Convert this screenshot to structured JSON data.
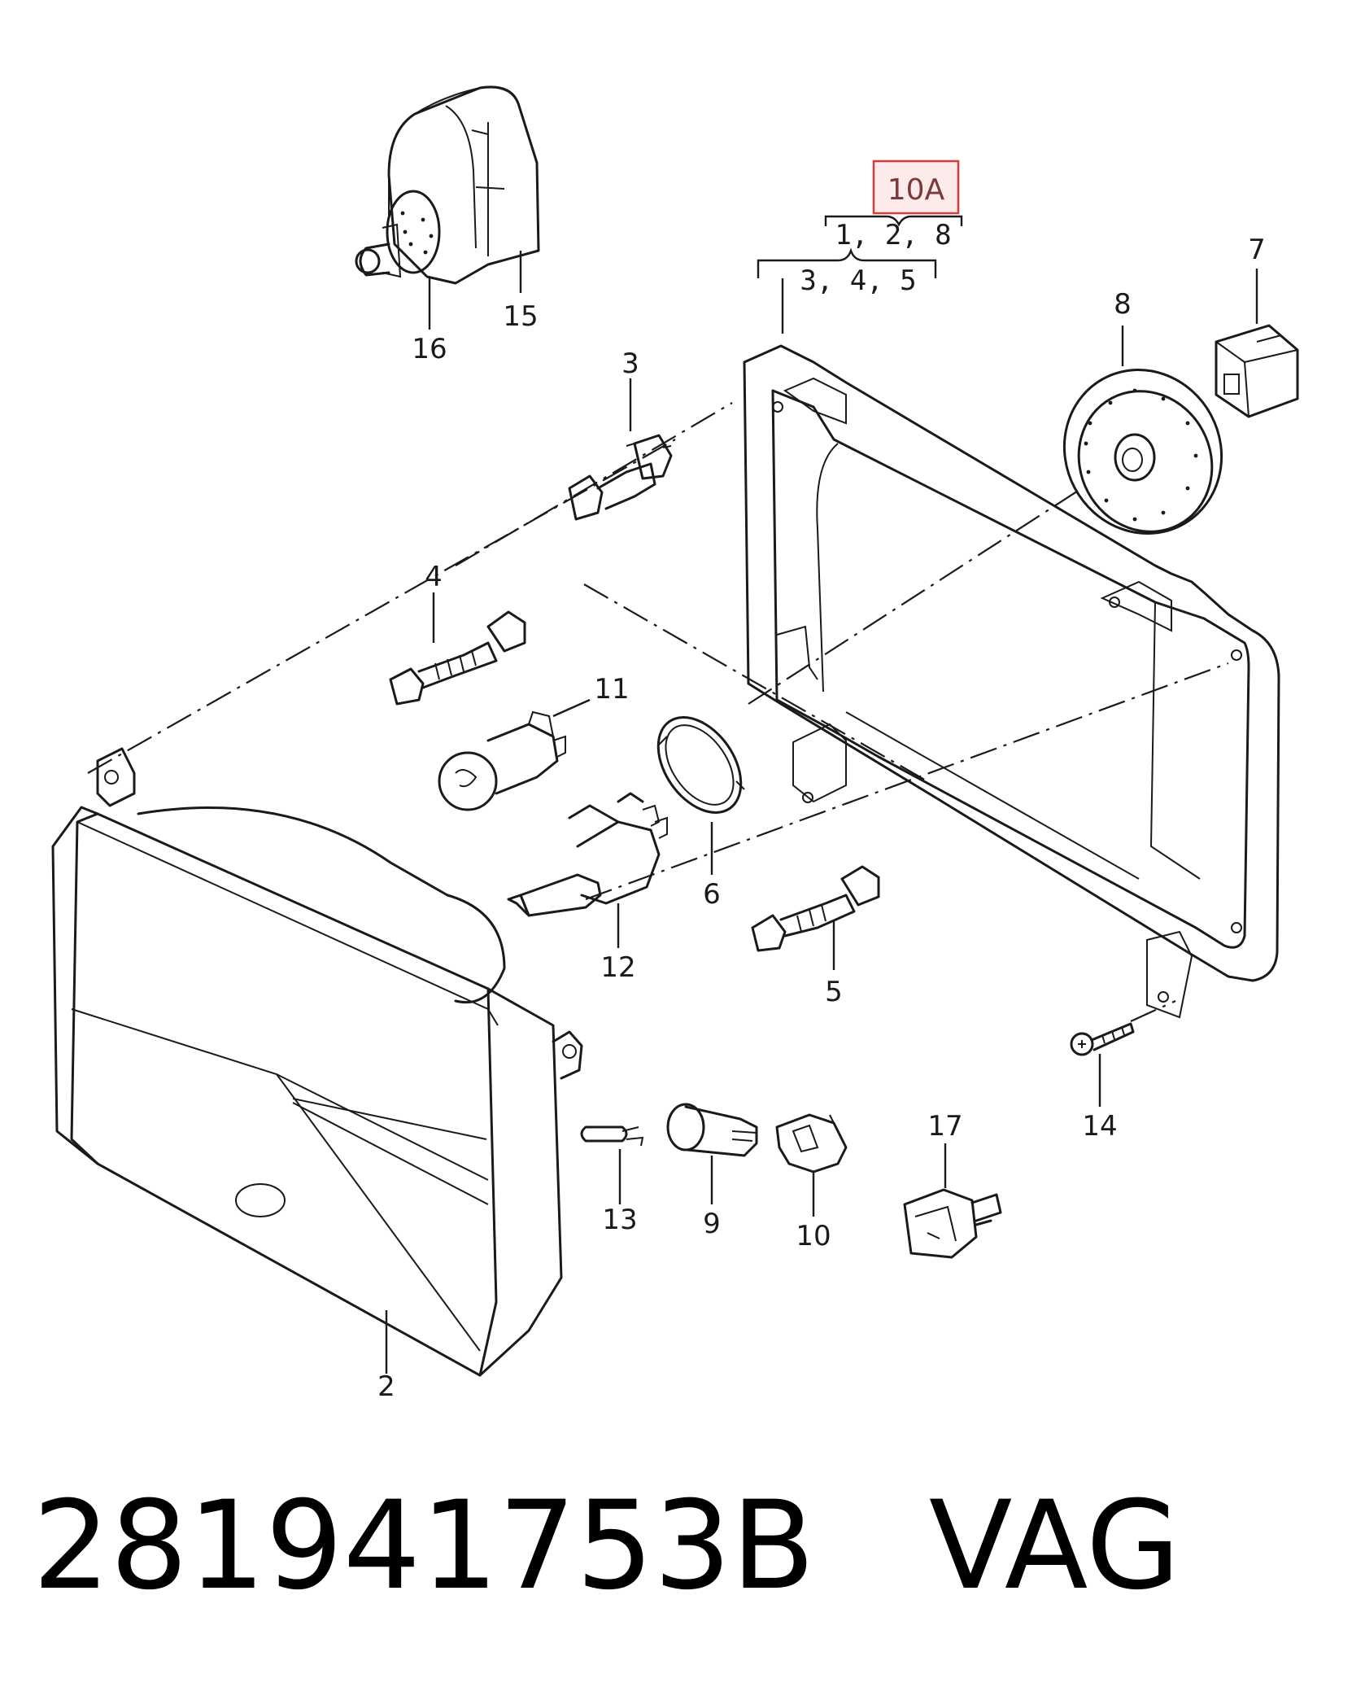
{
  "highlight": {
    "label": "10A",
    "color": "#d23c3c"
  },
  "groups": {
    "upper": "1, 2, 8",
    "lower": "3, 4, 5"
  },
  "callouts": [
    "2",
    "3",
    "4",
    "5",
    "6",
    "7",
    "8",
    "9",
    "10",
    "11",
    "12",
    "13",
    "14",
    "15",
    "16",
    "17"
  ],
  "footer": {
    "part_number": "281941753B",
    "brand": "VAG"
  }
}
